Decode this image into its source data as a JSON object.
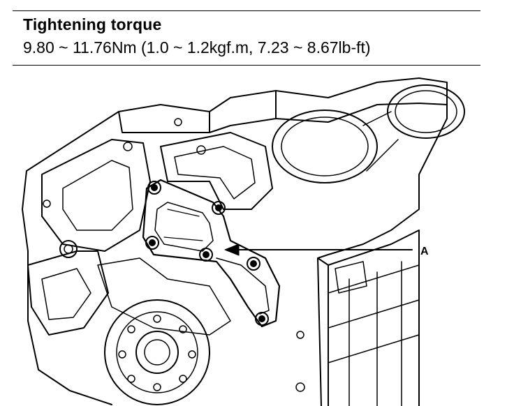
{
  "header": {
    "title": "Tightening torque",
    "spec": "9.80 ~ 11.76Nm (1.0 ~ 1.2kgf.m, 7.23 ~ 8.67lb-ft)"
  },
  "figure": {
    "callout_label": "A",
    "line_color": "#000000"
  }
}
